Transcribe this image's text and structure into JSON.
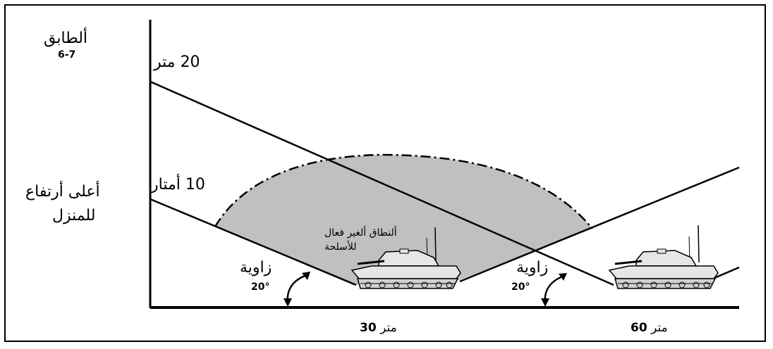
{
  "labels": {
    "floor_title": "ألطابق",
    "floor_number": "6-7",
    "house_height_line1": "أعلى أرتفاع",
    "house_height_line2": "للمنزل",
    "height_20": "20 متر",
    "height_10": "10 أمتار",
    "angle_left_word": "زاوية",
    "angle_left_deg": "20°",
    "angle_right_word": "زاوية",
    "angle_right_deg": "20°",
    "dead_zone_line1": "ألنطاق ألغير فعال",
    "dead_zone_line2": "للأسلحة",
    "dist_30_num": "30",
    "dist_30_unit": "متر",
    "dist_60_num": "60",
    "dist_60_unit": "متر"
  },
  "colors": {
    "dead_zone_fill": "#c0c0c0",
    "line": "#000000",
    "tank_fill": "#e6e6e6"
  },
  "icons": {
    "tank": "tank-icon",
    "angle_arrow": "curved-double-arrow-icon"
  }
}
